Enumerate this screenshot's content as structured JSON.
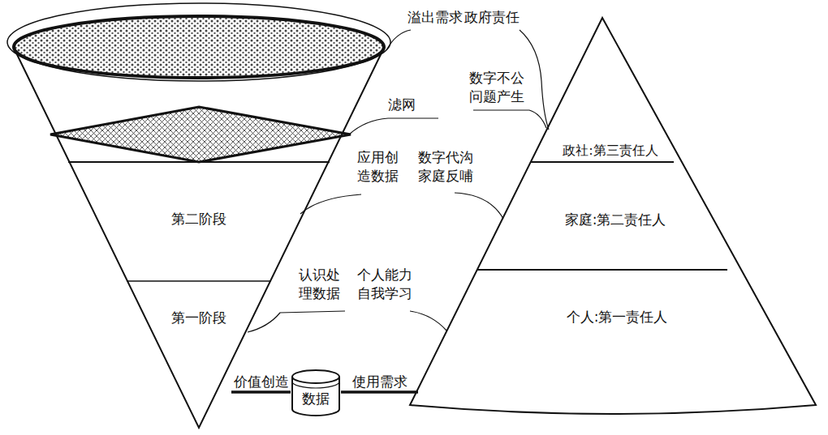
{
  "diagram": {
    "nodes": [
      {
        "text": [
          "第二阶段"
        ]
      },
      {
        "text": [
          "第一阶段"
        ]
      },
      {
        "text": [
          "政社:第三责任人"
        ]
      },
      {
        "text": [
          "家庭:第二责任人"
        ]
      },
      {
        "text": [
          "个人:第一责任人"
        ]
      },
      {
        "text": [
          "数据"
        ]
      }
    ],
    "edges": [
      {
        "from": 1,
        "to": 5,
        "label": "价值创造",
        "arrow": "none"
      },
      {
        "from": 5,
        "to": 4,
        "label": "使用需求",
        "arrow": "none"
      }
    ],
    "labels": [
      "溢出需求",
      "政府责任",
      "数字不公 问题产生",
      "滤网",
      "应用创 造数据",
      "数字代沟 家庭反哺",
      "认识处 理数据",
      "个人能力 自我学习"
    ]
  }
}
